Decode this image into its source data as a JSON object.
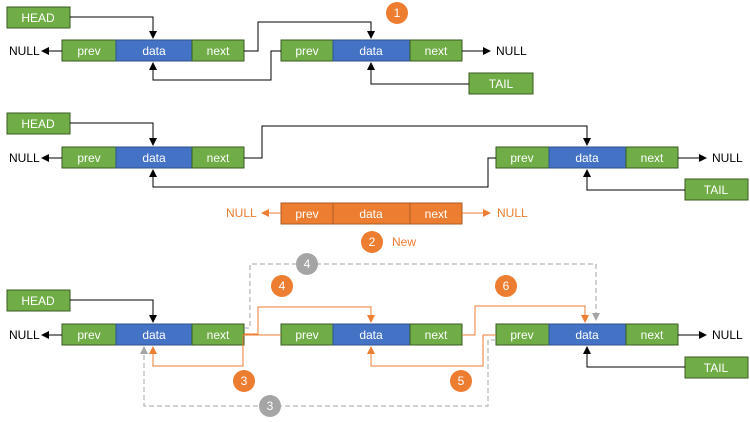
{
  "colors": {
    "prev_next_fill": "#70ad47",
    "prev_next_stroke": "#375a22",
    "data_fill": "#4472c4",
    "data_stroke": "#2f528f",
    "new_node_fill": "#ed7d31",
    "new_node_stroke": "#ae5a21",
    "arrow_black": "#000000",
    "arrow_orange": "#ed7d31",
    "arrow_grey": "#a5a5a5",
    "badge_orange": "#ed7d31",
    "badge_grey": "#a5a5a5"
  },
  "labels": {
    "prev": "prev",
    "data": "data",
    "next": "next",
    "null": "NULL",
    "head": "HEAD",
    "tail": "TAIL",
    "new": "New"
  },
  "badges": {
    "step1": "1",
    "step2": "2",
    "step3_grey": "3",
    "step3_orange": "3",
    "step4_grey": "4",
    "step4_orange": "4",
    "step5": "5",
    "step6": "6"
  }
}
